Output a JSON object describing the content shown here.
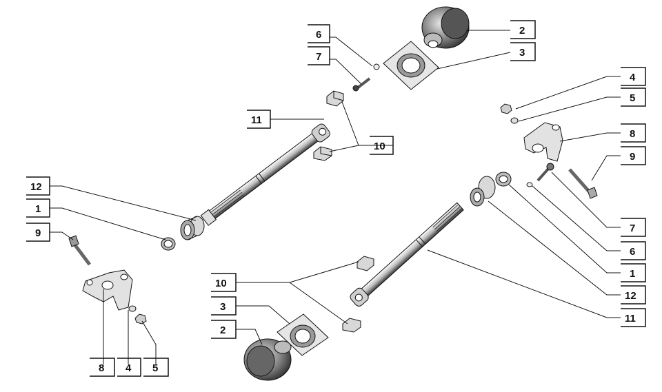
{
  "diagram": {
    "callouts": {
      "c2_top": "2",
      "c3_top": "3",
      "c6_top": "6",
      "c7_top": "7",
      "c10_top": "10",
      "c11_top": "11",
      "c4_right": "4",
      "c5_right": "5",
      "c8_right": "8",
      "c9_right": "9",
      "c7_right": "7",
      "c6_right": "6",
      "c1_right": "1",
      "c12_right": "12",
      "c11_right": "11",
      "c12_left": "12",
      "c1_left": "1",
      "c9_left": "9",
      "c8_bottom": "8",
      "c4_bottom": "4",
      "c5_bottom": "5",
      "c10_bottom": "10",
      "c3_bottom": "3",
      "c2_bottom": "2"
    }
  }
}
